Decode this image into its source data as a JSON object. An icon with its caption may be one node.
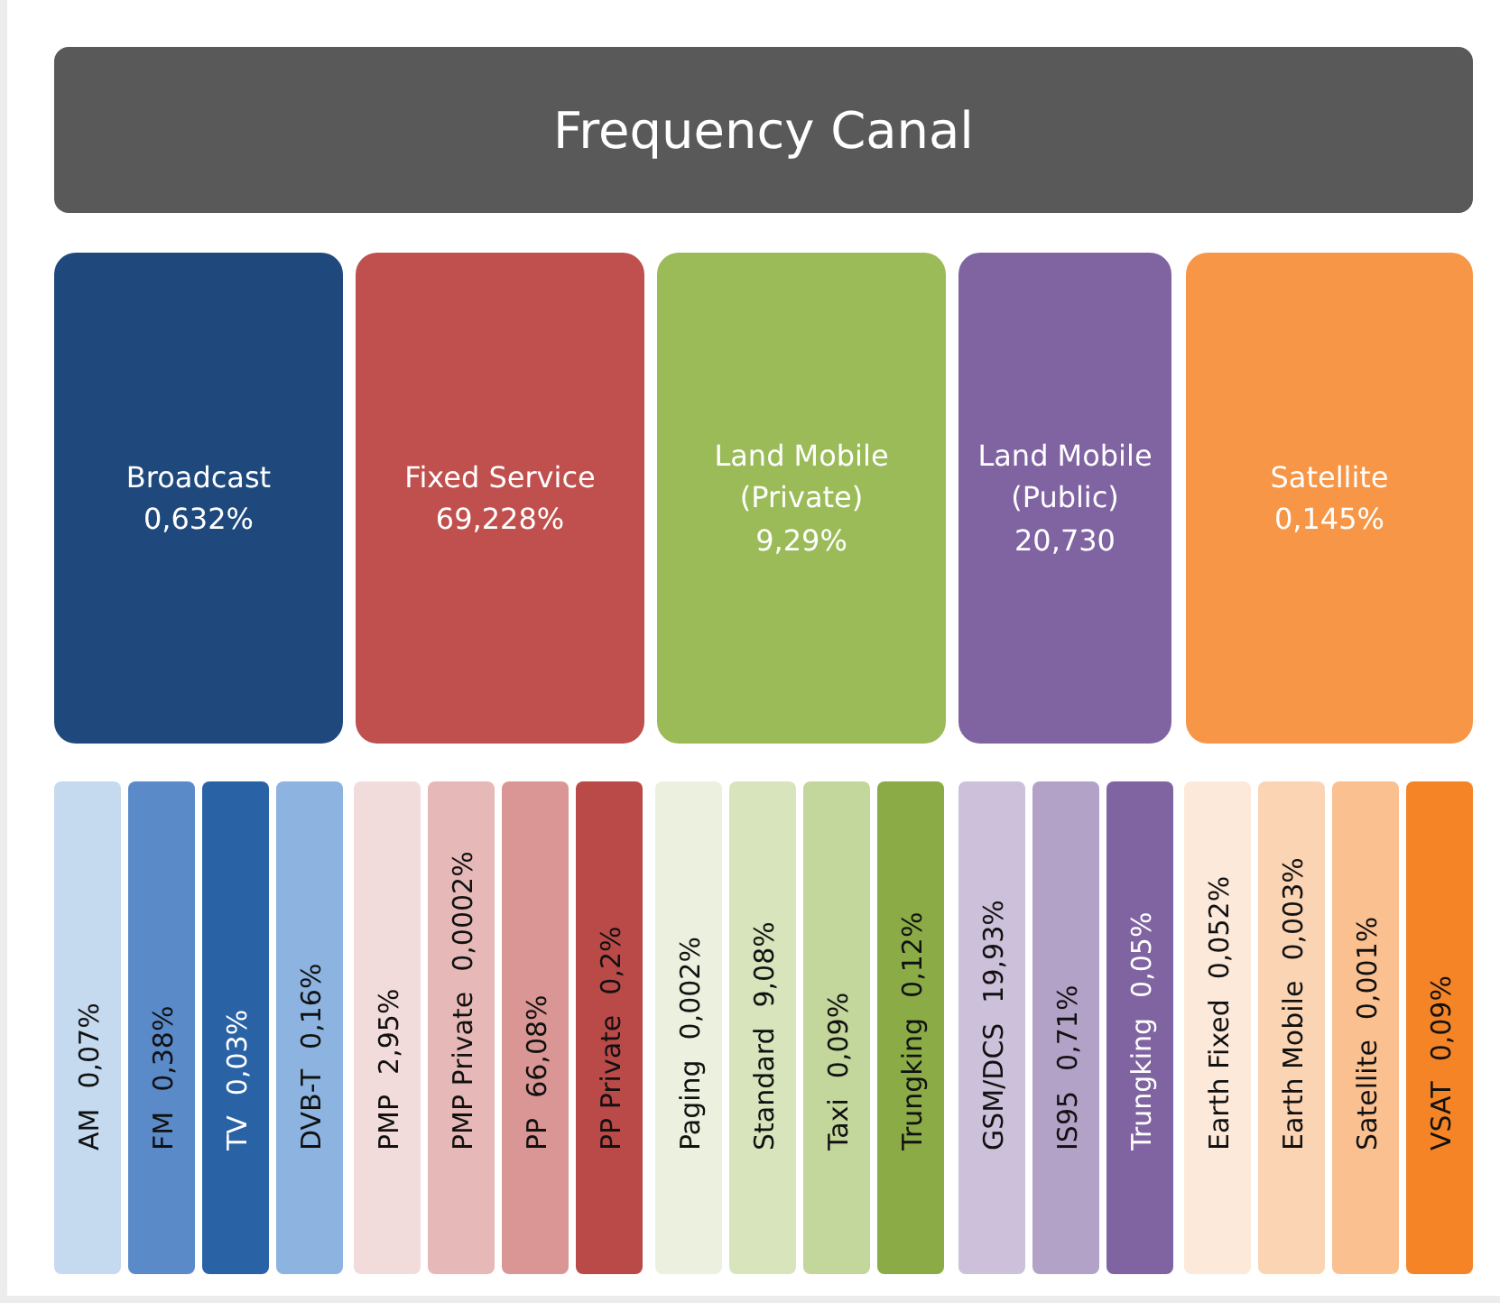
{
  "diagram": {
    "nodes": [
      {
        "text": [
          "Frequency Canal"
        ]
      },
      {
        "text": [
          "Broadcast",
          "0,632%"
        ]
      },
      {
        "text": [
          "Fixed Service",
          "69,228%"
        ]
      },
      {
        "text": [
          "Land Mobile (Private)",
          "9,29%"
        ]
      },
      {
        "text": [
          "Land Mobile (Public)",
          "20,730"
        ]
      },
      {
        "text": [
          "Satellite",
          "0,145%"
        ]
      },
      {
        "text": [
          "AM",
          "0,07%"
        ]
      },
      {
        "text": [
          "FM",
          "0,38%"
        ]
      },
      {
        "text": [
          "TV",
          "0,03%"
        ]
      },
      {
        "text": [
          "DVB-T",
          "0,16%"
        ]
      },
      {
        "text": [
          "PMP",
          "2,95%"
        ]
      },
      {
        "text": [
          "PMP Private",
          "0,0002%"
        ]
      },
      {
        "text": [
          "PP",
          "66,08%"
        ]
      },
      {
        "text": [
          "PP Private",
          "0,2%"
        ]
      },
      {
        "text": [
          "Paging",
          "0,002%"
        ]
      },
      {
        "text": [
          "Standard",
          "9,08%"
        ]
      },
      {
        "text": [
          "Taxi",
          "0,09%"
        ]
      },
      {
        "text": [
          "Trungking",
          "0,12%"
        ]
      },
      {
        "text": [
          "GSM/DCS",
          "19,93%"
        ]
      },
      {
        "text": [
          "IS95",
          "0,71%"
        ]
      },
      {
        "text": [
          "Trungking",
          "0,05%"
        ]
      },
      {
        "text": [
          "Earth Fixed",
          "0,052%"
        ]
      },
      {
        "text": [
          "Earth Mobile",
          "0,003%"
        ]
      },
      {
        "text": [
          "Satellite",
          "0,001%"
        ]
      },
      {
        "text": [
          "VSAT",
          "0,09%"
        ]
      }
    ]
  }
}
